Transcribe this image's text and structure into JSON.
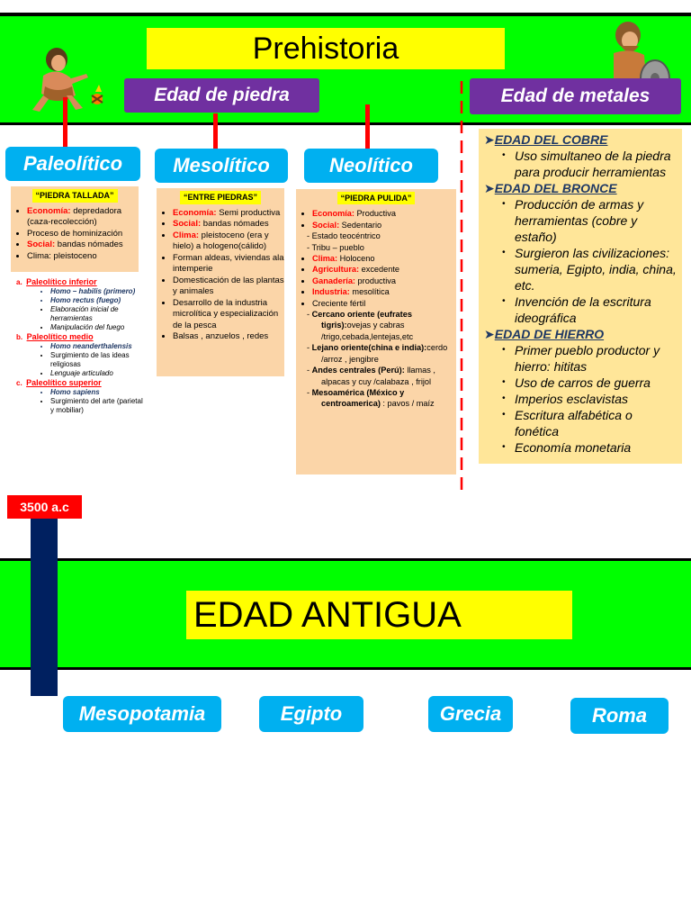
{
  "prehistory": {
    "title": "Prehistoria",
    "stone_age": "Edad de piedra",
    "metal_age": "Edad de metales"
  },
  "periods": {
    "paleolithic": {
      "label": "Paleolítico",
      "header": "“PIEDRA TALLADA”",
      "items": [
        {
          "key": "Economía:",
          "text": " depredadora (caza-recolección)"
        },
        {
          "key": "",
          "text": "Proceso de hominización"
        },
        {
          "key": "Social:",
          "text": " bandas nómades"
        },
        {
          "key": "",
          "text": "Clima: pleistoceno"
        }
      ],
      "subperiods": [
        {
          "letter": "a.",
          "name": "Paleolítico inferior",
          "items": [
            "Homo – habilis (primero)",
            "Homo rectus (fuego)",
            "Elaboración inicial de herramientas",
            "Manipulación del fuego"
          ]
        },
        {
          "letter": "b.",
          "name": "Paleolítico medio",
          "items": [
            "Homo neanderthalensis",
            "Surgimiento de las ideas religiosas",
            "Lenguaje articulado"
          ]
        },
        {
          "letter": "c.",
          "name": "Paleolítico superior",
          "items": [
            "Homo sapiens",
            "Surgimiento del arte (parietal y mobiliar)"
          ]
        }
      ]
    },
    "mesolithic": {
      "label": "Mesolítico",
      "header": "“ENTRE PIEDRAS”",
      "items": [
        {
          "key": "Economía:",
          "text": " Semi productiva"
        },
        {
          "key": "Social:",
          "text": " bandas nómades"
        },
        {
          "key": "Clima:",
          "text": " pleistoceno (era y hielo) a hologeno(cálido)"
        },
        {
          "key": "",
          "text": "Forman aldeas, viviendas ala intemperie"
        },
        {
          "key": "",
          "text": "Domesticación de las plantas y animales"
        },
        {
          "key": "",
          "text": "Desarrollo de la industria microlítica y especialización de la pesca"
        },
        {
          "key": "",
          "text": "Balsas , anzuelos , redes"
        }
      ]
    },
    "neolithic": {
      "label": "Neolítico",
      "header": "“PIEDRA PULIDA”",
      "economy_key": "Economía:",
      "economy": " Productiva",
      "social_key": "Social:",
      "social": " Sedentario",
      "social_sub": [
        "Estado teocéntrico",
        "Tribu – pueblo"
      ],
      "climate_key": "Clima:",
      "climate": " Holoceno",
      "agri_key": "Agricultura:",
      "agri": " excedente",
      "livestock_key": "Ganadería:",
      "livestock": " productiva",
      "industry_key": "Industria:",
      "industry": " mesolítica",
      "crescent": "Creciente fértil",
      "regions": [
        {
          "name": "Cercano oriente (eufrates tigris):",
          "text": "ovejas y cabras /trigo,cebada,lentejas,etc"
        },
        {
          "name": "Lejano oriente(china e india):",
          "text": "cerdo /arroz , jengibre"
        },
        {
          "name": "Andes centrales (Perú):",
          "text": " llamas , alpacas y cuy /calabaza , frijol"
        },
        {
          "name": "Mesoamérica (México y centroamerica)",
          "text": " : pavos / maíz"
        }
      ]
    }
  },
  "metals": [
    {
      "title": "EDAD DEL COBRE ",
      "items": [
        "Uso simultaneo de la piedra para producir herramientas"
      ]
    },
    {
      "title": "EDAD DEL BRONCE",
      "items": [
        "Producción de armas y herramientas (cobre y estaño)",
        "Surgieron las civilizaciones: sumeria, Egipto, india, china, etc.",
        "Invención de la escritura ideográfica"
      ]
    },
    {
      "title": "EDAD DE HIERRO",
      "items": [
        "Primer pueblo productor y hierro: hititas",
        "Uso de carros de guerra",
        "Imperios esclavistas",
        "Escritura alfabética o fonética",
        "Economía monetaria"
      ]
    }
  ],
  "timeline": {
    "date": "3500 a.c"
  },
  "antiquity": {
    "title": "EDAD ANTIGUA",
    "civilizations": [
      "Mesopotamia",
      "Egipto",
      "Grecia",
      "Roma"
    ]
  },
  "colors": {
    "green": "#00ff00",
    "yellow": "#ffff00",
    "purple": "#7030a0",
    "blue": "#00b0f0",
    "red": "#ff0000",
    "peach": "#fbd5a8",
    "navy": "#002060"
  }
}
